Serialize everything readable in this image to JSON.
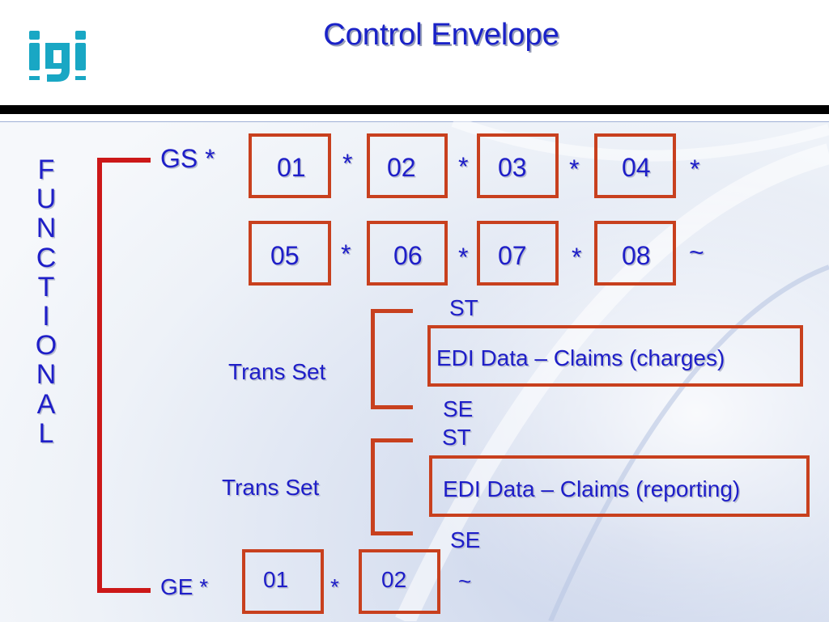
{
  "header": {
    "title": "Control Envelope",
    "logo_text": "igi"
  },
  "functional_letters": [
    "F",
    "U",
    "N",
    "C",
    "T",
    "I",
    "O",
    "N",
    "A",
    "L"
  ],
  "gs": {
    "label": "GS *",
    "row1": [
      "01",
      "02",
      "03",
      "04"
    ],
    "row1_seps": [
      "*",
      "*",
      "*",
      "*"
    ],
    "row2": [
      "05",
      "06",
      "07",
      "08"
    ],
    "row2_seps": [
      "*",
      "*",
      "*",
      "~"
    ]
  },
  "trans_sets": [
    {
      "label": "Trans Set",
      "start": "ST",
      "data": "EDI Data – Claims (charges)",
      "end": "SE"
    },
    {
      "label": "Trans Set",
      "start": "ST",
      "data": "EDI Data – Claims (reporting)",
      "end": "SE"
    }
  ],
  "ge": {
    "label": "GE *",
    "values": [
      "01",
      "02"
    ],
    "seps": [
      "*",
      "~"
    ]
  },
  "colors": {
    "text": "#1e1ec8",
    "box_border": "#c8401e",
    "bracket": "#cc1818",
    "logo": "#19a7c4"
  }
}
